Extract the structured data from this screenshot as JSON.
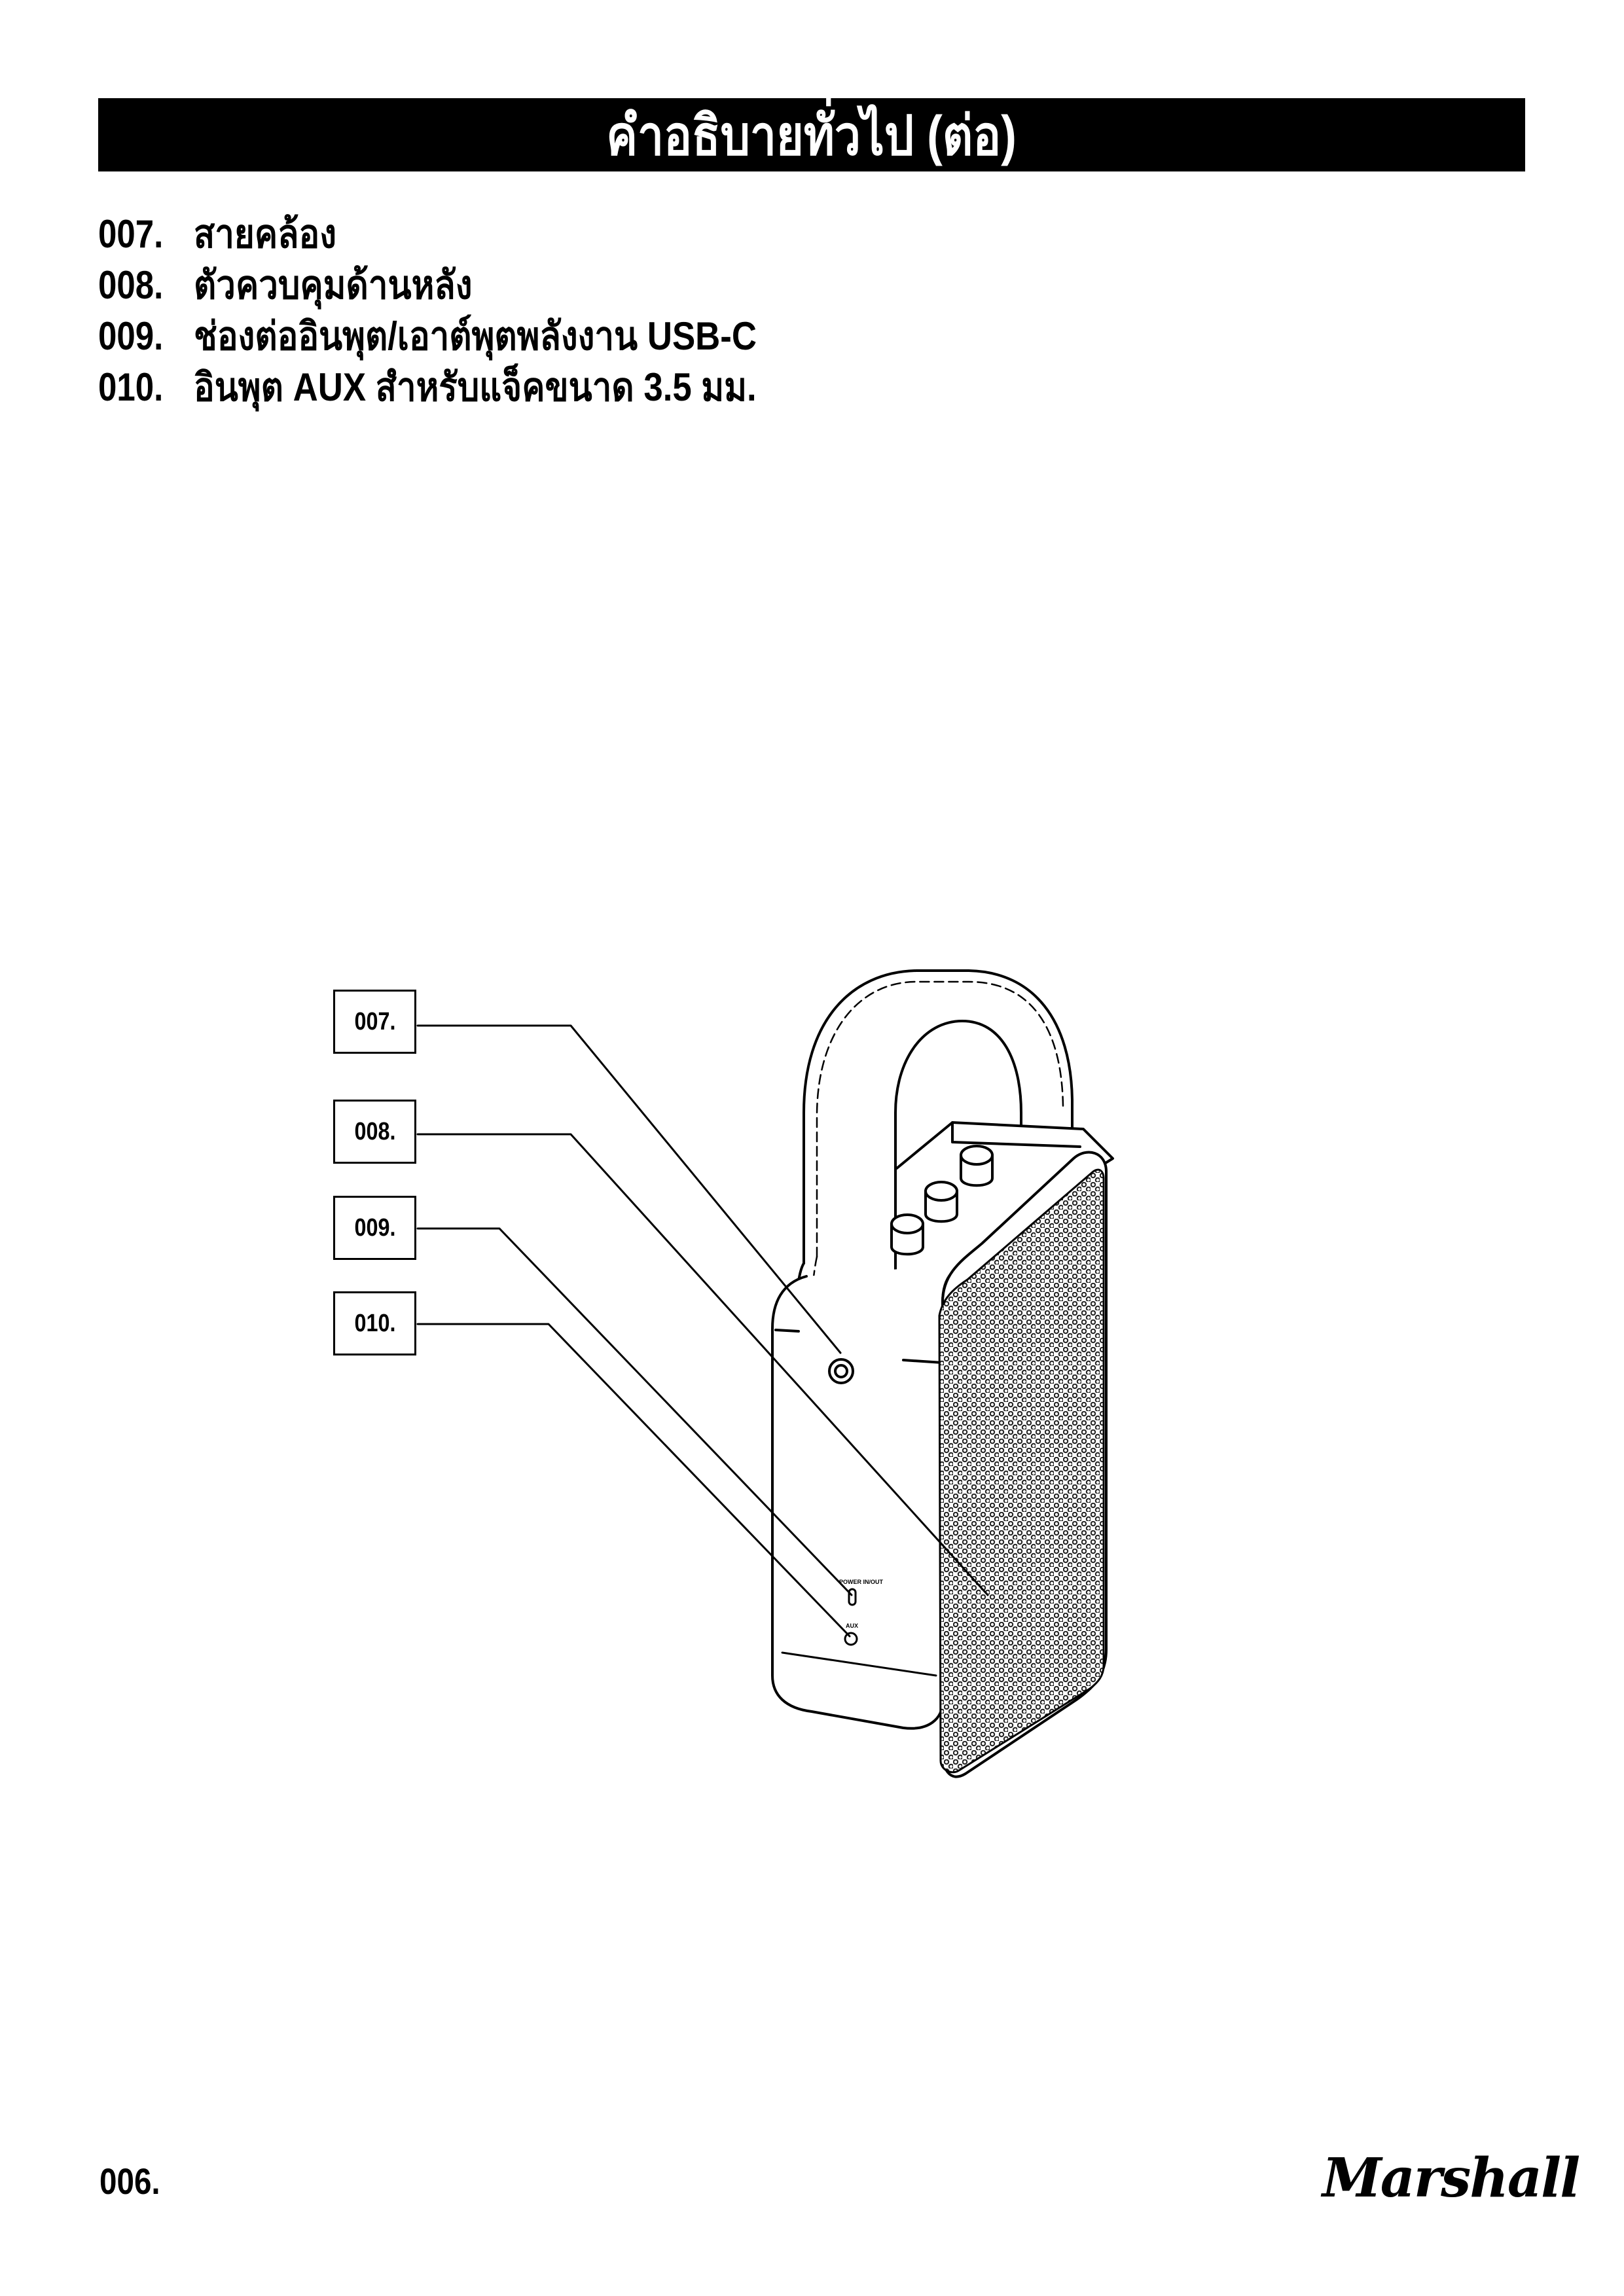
{
  "header": {
    "title": "คำอธิบายทั่วไป (ต่อ)"
  },
  "items": [
    {
      "number": "007.",
      "label": "สายคล้อง"
    },
    {
      "number": "008.",
      "label": "ตัวควบคุมด้านหลัง"
    },
    {
      "number": "009.",
      "label": "ช่องต่ออินพุต/เอาต์พุตพลังงาน USB-C"
    },
    {
      "number": "010.",
      "label": "อินพุต AUX สำหรับแจ็คขนาด 3.5 มม."
    }
  ],
  "diagram": {
    "callouts": [
      "007.",
      "008.",
      "009.",
      "010."
    ],
    "port_labels": {
      "power": "POWER IN/OUT",
      "aux": "AUX"
    }
  },
  "footer": {
    "page_number": "006.",
    "brand": "Marshall"
  }
}
